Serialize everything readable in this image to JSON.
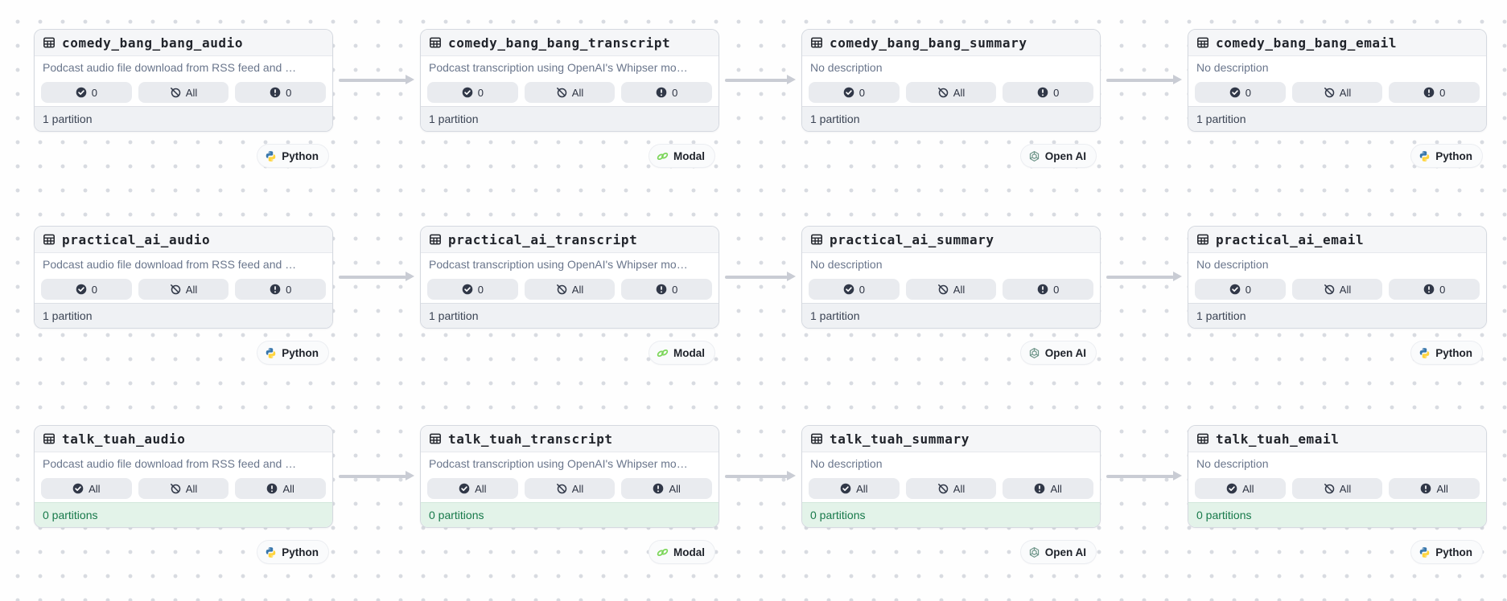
{
  "colors": {
    "card_border": "#D5D9E0",
    "header_bg": "#F5F6F8",
    "footer_bg": "#EFF1F4",
    "footer_empty_bg": "#E3F3E9",
    "footer_empty_text": "#17794A",
    "badge_bg": "#E9EBEF",
    "badge_icon": "#313848",
    "title_text": "#21242B",
    "description_text": "#6A768C",
    "edge": "#C9CCD4",
    "dot": "#D8DBE1",
    "python_blue": "#3776AB",
    "python_yellow": "#FFD43B",
    "modal_green": "#7CD65A",
    "openai_green": "#6E9589"
  },
  "icons": {
    "node_icon": "table-icon"
  },
  "badge_meta": [
    {
      "name": "materialized-count-badge",
      "icon": "check-circle-icon"
    },
    {
      "name": "missing-partitions-badge",
      "icon": "slash-circle-icon"
    },
    {
      "name": "failed-partitions-badge",
      "icon": "alert-circle-icon"
    }
  ],
  "rows": [
    {
      "cards": [
        {
          "title": "comedy_bang_bang_audio",
          "description": "Podcast audio file download from RSS feed and …",
          "badges": [
            "0",
            "All",
            "0"
          ],
          "partitions": {
            "label": "1 partition",
            "status": "populated"
          },
          "tag": {
            "label": "Python",
            "icon": "python-icon"
          }
        },
        {
          "title": "comedy_bang_bang_transcript",
          "description": "Podcast transcription using OpenAI's Whipser mo…",
          "badges": [
            "0",
            "All",
            "0"
          ],
          "partitions": {
            "label": "1 partition",
            "status": "populated"
          },
          "tag": {
            "label": "Modal",
            "icon": "modal-icon"
          }
        },
        {
          "title": "comedy_bang_bang_summary",
          "description": "No description",
          "badges": [
            "0",
            "All",
            "0"
          ],
          "partitions": {
            "label": "1 partition",
            "status": "populated"
          },
          "tag": {
            "label": "Open AI",
            "icon": "openai-icon"
          }
        },
        {
          "title": "comedy_bang_bang_email",
          "description": "No description",
          "badges": [
            "0",
            "All",
            "0"
          ],
          "partitions": {
            "label": "1 partition",
            "status": "populated"
          },
          "tag": {
            "label": "Python",
            "icon": "python-icon"
          }
        }
      ]
    },
    {
      "cards": [
        {
          "title": "practical_ai_audio",
          "description": "Podcast audio file download from RSS feed and …",
          "badges": [
            "0",
            "All",
            "0"
          ],
          "partitions": {
            "label": "1 partition",
            "status": "populated"
          },
          "tag": {
            "label": "Python",
            "icon": "python-icon"
          }
        },
        {
          "title": "practical_ai_transcript",
          "description": "Podcast transcription using OpenAI's Whipser mo…",
          "badges": [
            "0",
            "All",
            "0"
          ],
          "partitions": {
            "label": "1 partition",
            "status": "populated"
          },
          "tag": {
            "label": "Modal",
            "icon": "modal-icon"
          }
        },
        {
          "title": "practical_ai_summary",
          "description": "No description",
          "badges": [
            "0",
            "All",
            "0"
          ],
          "partitions": {
            "label": "1 partition",
            "status": "populated"
          },
          "tag": {
            "label": "Open AI",
            "icon": "openai-icon"
          }
        },
        {
          "title": "practical_ai_email",
          "description": "No description",
          "badges": [
            "0",
            "All",
            "0"
          ],
          "partitions": {
            "label": "1 partition",
            "status": "populated"
          },
          "tag": {
            "label": "Python",
            "icon": "python-icon"
          }
        }
      ]
    },
    {
      "cards": [
        {
          "title": "talk_tuah_audio",
          "description": "Podcast audio file download from RSS feed and …",
          "badges": [
            "All",
            "All",
            "All"
          ],
          "partitions": {
            "label": "0 partitions",
            "status": "empty"
          },
          "tag": {
            "label": "Python",
            "icon": "python-icon"
          }
        },
        {
          "title": "talk_tuah_transcript",
          "description": "Podcast transcription using OpenAI's Whipser mo…",
          "badges": [
            "All",
            "All",
            "All"
          ],
          "partitions": {
            "label": "0 partitions",
            "status": "empty"
          },
          "tag": {
            "label": "Modal",
            "icon": "modal-icon"
          }
        },
        {
          "title": "talk_tuah_summary",
          "description": "No description",
          "badges": [
            "All",
            "All",
            "All"
          ],
          "partitions": {
            "label": "0 partitions",
            "status": "empty"
          },
          "tag": {
            "label": "Open AI",
            "icon": "openai-icon"
          }
        },
        {
          "title": "talk_tuah_email",
          "description": "No description",
          "badges": [
            "All",
            "All",
            "All"
          ],
          "partitions": {
            "label": "0 partitions",
            "status": "empty"
          },
          "tag": {
            "label": "Python",
            "icon": "python-icon"
          }
        }
      ]
    }
  ]
}
